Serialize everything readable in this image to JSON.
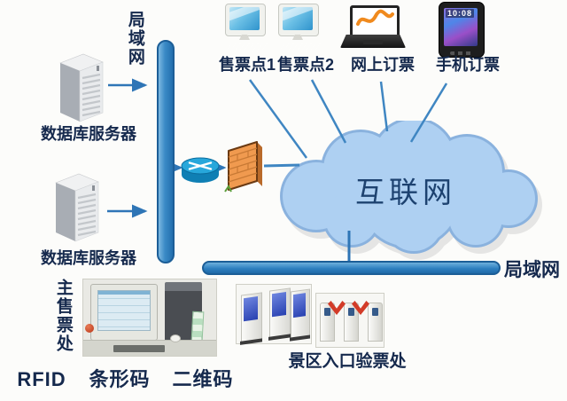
{
  "network": {
    "lan_top_label": "局域网",
    "lan_bottom_label": "局域网",
    "cloud_label": "互联网",
    "servers": [
      {
        "label": "数据库服务器"
      },
      {
        "label": "数据库服务器"
      }
    ],
    "devices": [
      {
        "label": "售票点1",
        "type": "desktop"
      },
      {
        "label": "售票点2",
        "type": "desktop"
      },
      {
        "label": "网上订票",
        "type": "laptop"
      },
      {
        "label": "手机订票",
        "type": "smartphone"
      }
    ],
    "phone_time": "10:08",
    "office_label": "主售票处",
    "tech_labels": [
      {
        "text": "RFID"
      },
      {
        "text": "条形码"
      },
      {
        "text": "二维码"
      }
    ],
    "entrance_label": "景区入口验票处"
  },
  "icons": {
    "router": "router-icon",
    "firewall": "firewall-icon",
    "cloud": "internet-cloud",
    "server": "tower-server-icon",
    "desktop": "desktop-computer-icon",
    "laptop": "laptop-icon",
    "phone": "smartphone-icon"
  },
  "colors": {
    "lan_bar": "#2f80c0",
    "connector_line": "#3f86c2",
    "label_text": "#15294d",
    "cloud_fill": "#aed0f2",
    "cloud_edge": "#8ab2de",
    "firewall_orange": "#f09a4f"
  }
}
